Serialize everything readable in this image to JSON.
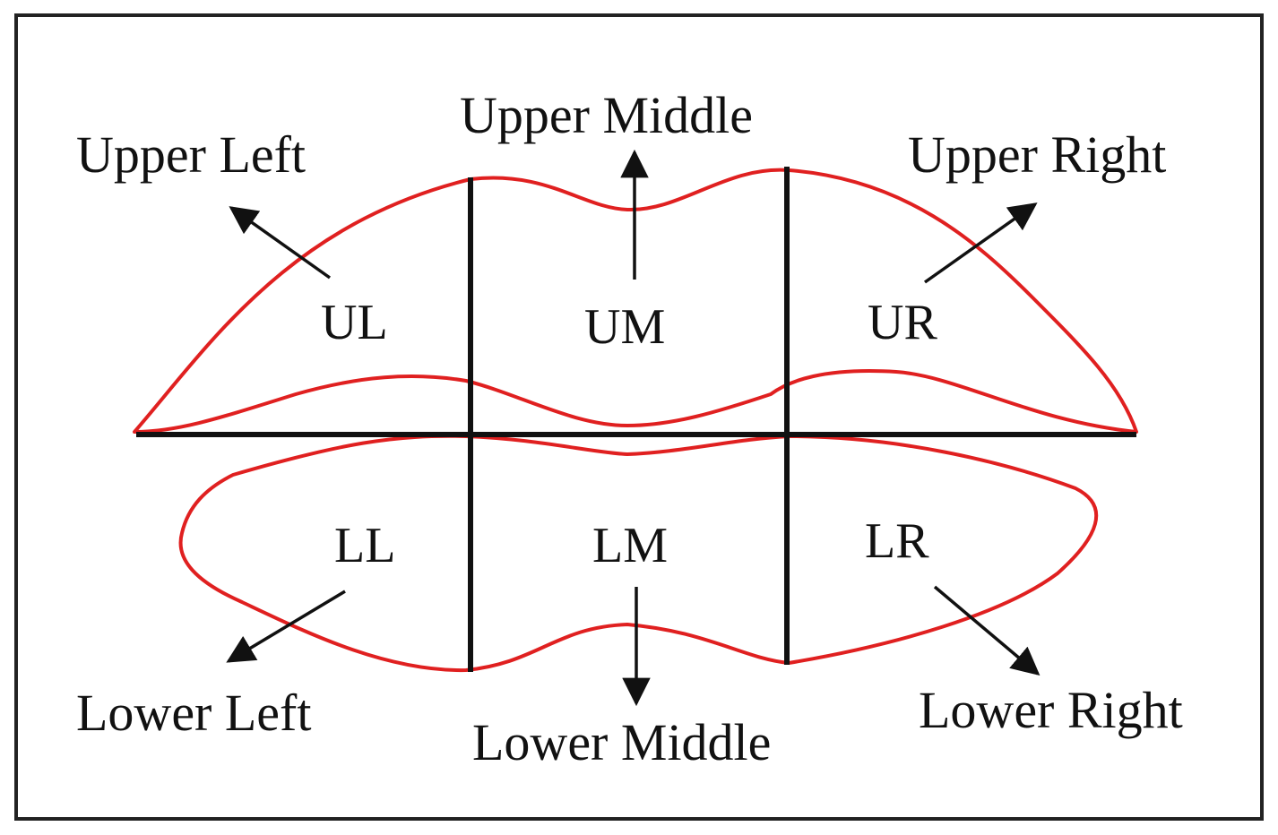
{
  "regions": {
    "upper_left": {
      "name": "Upper Left",
      "code": "UL"
    },
    "upper_middle": {
      "name": "Upper Middle",
      "code": "UM"
    },
    "upper_right": {
      "name": "Upper Right",
      "code": "UR"
    },
    "lower_left": {
      "name": "Lower Left",
      "code": "LL"
    },
    "lower_middle": {
      "name": "Lower Middle",
      "code": "LM"
    },
    "lower_right": {
      "name": "Lower Right",
      "code": "LR"
    }
  },
  "colors": {
    "lip_outline": "#e02020",
    "grid_lines": "#111111",
    "frame": "#222222",
    "background": "#ffffff"
  }
}
